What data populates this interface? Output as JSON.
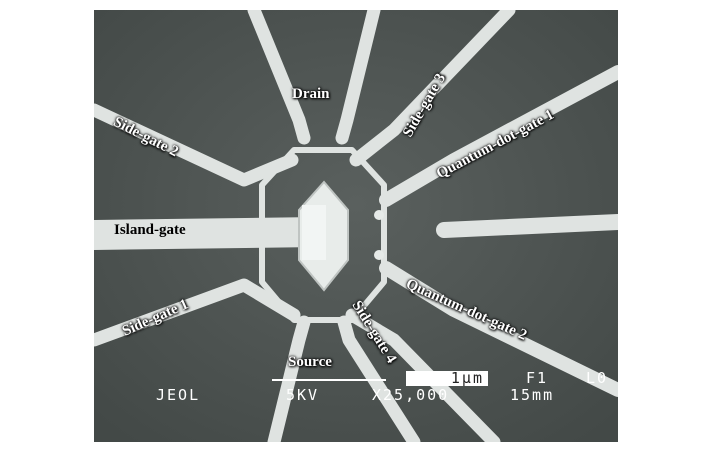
{
  "image": {
    "kind": "SEM micrograph",
    "background_color": "#ffffff",
    "frame_color": "#4f5553",
    "electrode_color": "#dfe3e1"
  },
  "labels": {
    "drain": "Drain",
    "source": "Source",
    "island_gate": "Island-gate",
    "side_gate_1": "Side-gate 1",
    "side_gate_2": "Side-gate 2",
    "side_gate_3": "Side-gate 3",
    "side_gate_4": "Side-gate 4",
    "qd_gate_1": "Quantum-dot-gate 1",
    "qd_gate_2": "Quantum-dot-gate 2"
  },
  "info_bar": {
    "maker": "JEOL",
    "voltage": "5KV",
    "magnification": "X25,000",
    "working_distance": "15mm",
    "scale": "1μm",
    "field": "F1",
    "tail": "L0"
  }
}
